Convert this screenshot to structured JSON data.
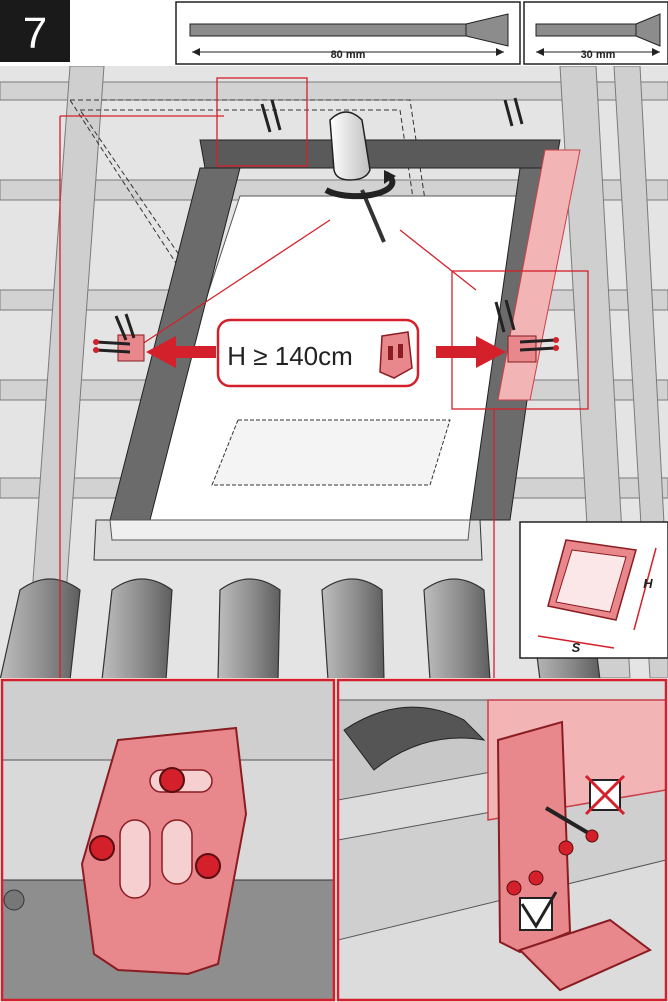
{
  "step": {
    "number": "7"
  },
  "screws": [
    {
      "length_label": "80 mm"
    },
    {
      "length_label": "30 mm"
    }
  ],
  "main_panel": {
    "callout": {
      "text": "H ≥ 140cm"
    },
    "inset_dims": {
      "height_letter": "H",
      "width_letter": "S"
    }
  },
  "colors": {
    "accent_red": "#d4202a",
    "bracket_pink": "#e8878c",
    "frame_dark": "#4a4a4a",
    "roof_gray": "#d6d6d6",
    "tile_gray": "#9a9a9a"
  }
}
